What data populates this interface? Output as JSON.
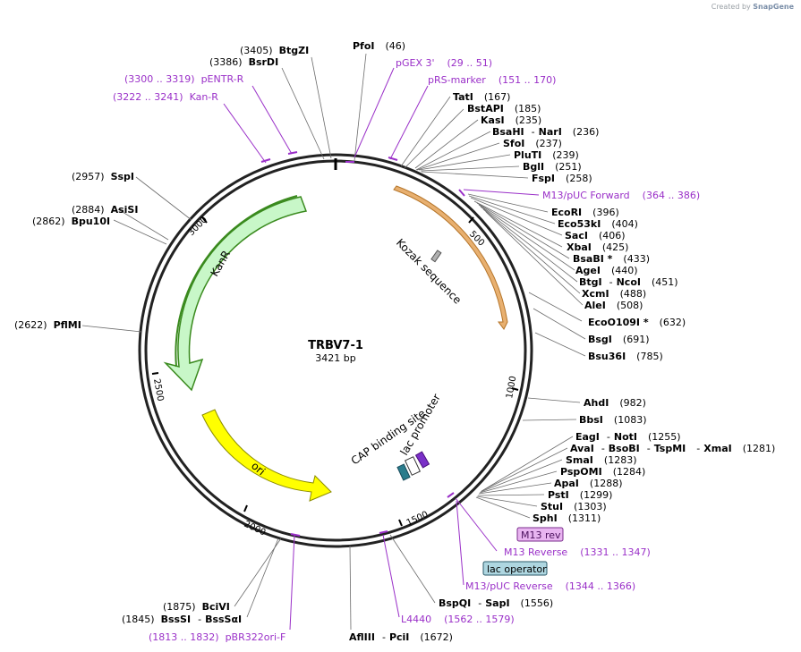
{
  "plasmid": {
    "name": "TRBV7-1",
    "length": "3421 bp"
  },
  "credit": {
    "prefix": "Created by",
    "brand": "SnapGene"
  },
  "ticks": [
    "500",
    "1000",
    "1500",
    "2000",
    "2500",
    "3000"
  ],
  "colors": {
    "primer": "#9a30c8",
    "kanR_fill": "#c8f7c8",
    "kanR_stroke": "#3a8a1e",
    "ori": "#ffff00",
    "kozak": "#e8b070",
    "lac_promoter": "#ffffff",
    "cap": "#2a7c8c",
    "lac_op_bg": "#aed6e0",
    "m13rev_bg": "#e8b4f0"
  },
  "features": {
    "kanR": "KanR",
    "ori": "ori",
    "kozak": "Kozak sequence",
    "lac_promoter": "lac promoter",
    "cap": "CAP binding site"
  },
  "sites": {
    "pfoI": {
      "name": "PfoI",
      "pos": "(46)"
    },
    "btgZI": {
      "name": "BtgZI",
      "pos": "(3405)"
    },
    "bsrDI": {
      "name": "BsrDI",
      "pos": "(3386)"
    },
    "tatI": {
      "name": "TatI",
      "pos": "(167)"
    },
    "bstAPI": {
      "name": "BstAPI",
      "pos": "(185)"
    },
    "kasI": {
      "name": "KasI",
      "pos": "(235)"
    },
    "bsaHI": {
      "name": "BsaHI",
      "sep": "-",
      "name2": "NarI",
      "pos": "(236)"
    },
    "sfoI": {
      "name": "SfoI",
      "pos": "(237)"
    },
    "pluTI": {
      "name": "PluTI",
      "pos": "(239)"
    },
    "bglI": {
      "name": "BglI",
      "pos": "(251)"
    },
    "fspI": {
      "name": "FspI",
      "pos": "(258)"
    },
    "ecoRI": {
      "name": "EcoRI",
      "pos": "(396)"
    },
    "eco53kI": {
      "name": "Eco53kI",
      "pos": "(404)"
    },
    "sacI": {
      "name": "SacI",
      "pos": "(406)"
    },
    "xbaI": {
      "name": "XbaI",
      "pos": "(425)"
    },
    "bsaBI": {
      "name": "BsaBI *",
      "pos": "(433)"
    },
    "ageI": {
      "name": "AgeI",
      "pos": "(440)"
    },
    "btgI": {
      "name": "BtgI",
      "sep": "-",
      "name2": "NcoI",
      "pos": "(451)"
    },
    "xcmI": {
      "name": "XcmI",
      "pos": "(488)"
    },
    "aleI": {
      "name": "AleI",
      "pos": "(508)"
    },
    "ecoO109I": {
      "name": "EcoO109I *",
      "pos": "(632)"
    },
    "bsgI": {
      "name": "BsgI",
      "pos": "(691)"
    },
    "bsu36I": {
      "name": "Bsu36I",
      "pos": "(785)"
    },
    "ahdI": {
      "name": "AhdI",
      "pos": "(982)"
    },
    "bbsI": {
      "name": "BbsI",
      "pos": "(1083)"
    },
    "eagI": {
      "name": "EagI",
      "sep": "-",
      "name2": "NotI",
      "pos": "(1255)"
    },
    "avaI": {
      "name": "AvaI",
      "sep": "-",
      "name2": "BsoBI",
      "sep2": "-",
      "name3": "TspMI",
      "sep3": "-",
      "name4": "XmaI",
      "pos": "(1281)"
    },
    "smaI": {
      "name": "SmaI",
      "pos": "(1283)"
    },
    "pspOMI": {
      "name": "PspOMI",
      "pos": "(1284)"
    },
    "apaI": {
      "name": "ApaI",
      "pos": "(1288)"
    },
    "pstI": {
      "name": "PstI",
      "pos": "(1299)"
    },
    "stuI": {
      "name": "StuI",
      "pos": "(1303)"
    },
    "sphI": {
      "name": "SphI",
      "pos": "(1311)"
    },
    "bspQI": {
      "name": "BspQI",
      "sep": "-",
      "name2": "SapI",
      "pos": "(1556)"
    },
    "aflIII": {
      "name": "AflIII",
      "sep": "-",
      "name2": "PciI",
      "pos": "(1672)"
    },
    "bciVI": {
      "name": "BciVI",
      "pos": "(1875)"
    },
    "bssSI": {
      "name": "BssSI",
      "sep": "-",
      "name2": "BssSαI",
      "pos": "(1845)"
    },
    "pflMI": {
      "name": "PflMI",
      "pos": "(2622)"
    },
    "sspI": {
      "name": "SspI",
      "pos": "(2957)"
    },
    "asiSI": {
      "name": "AsiSI",
      "pos": "(2884)"
    },
    "bpu10I": {
      "name": "Bpu10I",
      "pos": "(2862)"
    }
  },
  "primers": {
    "pgex3": {
      "name": "pGEX 3'",
      "range": "(29 .. 51)"
    },
    "prs": {
      "name": "pRS-marker",
      "range": "(151 .. 170)"
    },
    "pentr": {
      "name": "pENTR-R",
      "range": "(3300 .. 3319)"
    },
    "kanr": {
      "name": "Kan-R",
      "range": "(3222 .. 3241)"
    },
    "m13fwd": {
      "name": "M13/pUC Forward",
      "range": "(364 .. 386)"
    },
    "m13rev_box": {
      "name": "M13 rev"
    },
    "m13reverse": {
      "name": "M13 Reverse",
      "range": "(1331 .. 1347)"
    },
    "lacop": {
      "name": "lac operator"
    },
    "m13pucrev": {
      "name": "M13/pUC Reverse",
      "range": "(1344 .. 1366)"
    },
    "l4440": {
      "name": "L4440",
      "range": "(1562 .. 1579)"
    },
    "pbr322": {
      "name": "pBR322ori-F",
      "range": "(1813 .. 1832)"
    }
  }
}
